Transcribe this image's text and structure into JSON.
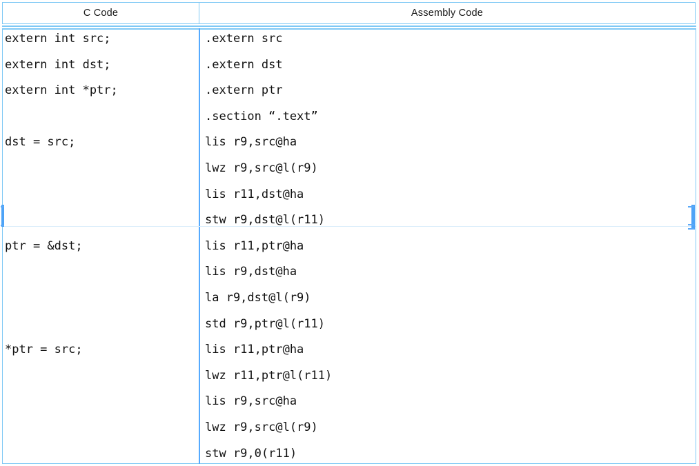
{
  "table": {
    "headers": {
      "c_code": "C Code",
      "assembly_code": "Assembly Code"
    },
    "colors": {
      "border": "#7ec8f5",
      "divider": "#55aaff",
      "row_divider": "#dceefb",
      "selection_handle": "#4da3f7",
      "text": "#111111",
      "background": "#ffffff"
    },
    "c_code_lines": [
      "extern int src;",
      "extern int dst;",
      "extern int *ptr;",
      "",
      "dst = src;",
      "",
      "",
      "",
      "ptr = &dst;",
      "",
      "",
      "",
      "*ptr = src;",
      "",
      "",
      "",
      ""
    ],
    "assembly_code_lines": [
      ".extern src",
      ".extern dst",
      ".extern ptr",
      ".section “.text”",
      "lis r9,src@ha",
      "lwz r9,src@l(r9)",
      "lis r11,dst@ha",
      "stw r9,dst@l(r11)",
      "lis r11,ptr@ha",
      "lis r9,dst@ha",
      "la r9,dst@l(r9)",
      "std r9,ptr@l(r11)",
      "lis r11,ptr@ha",
      "lwz r11,ptr@l(r11)",
      "lis r9,src@ha",
      "lwz r9,src@l(r9)",
      "stw r9,0(r11)"
    ]
  }
}
